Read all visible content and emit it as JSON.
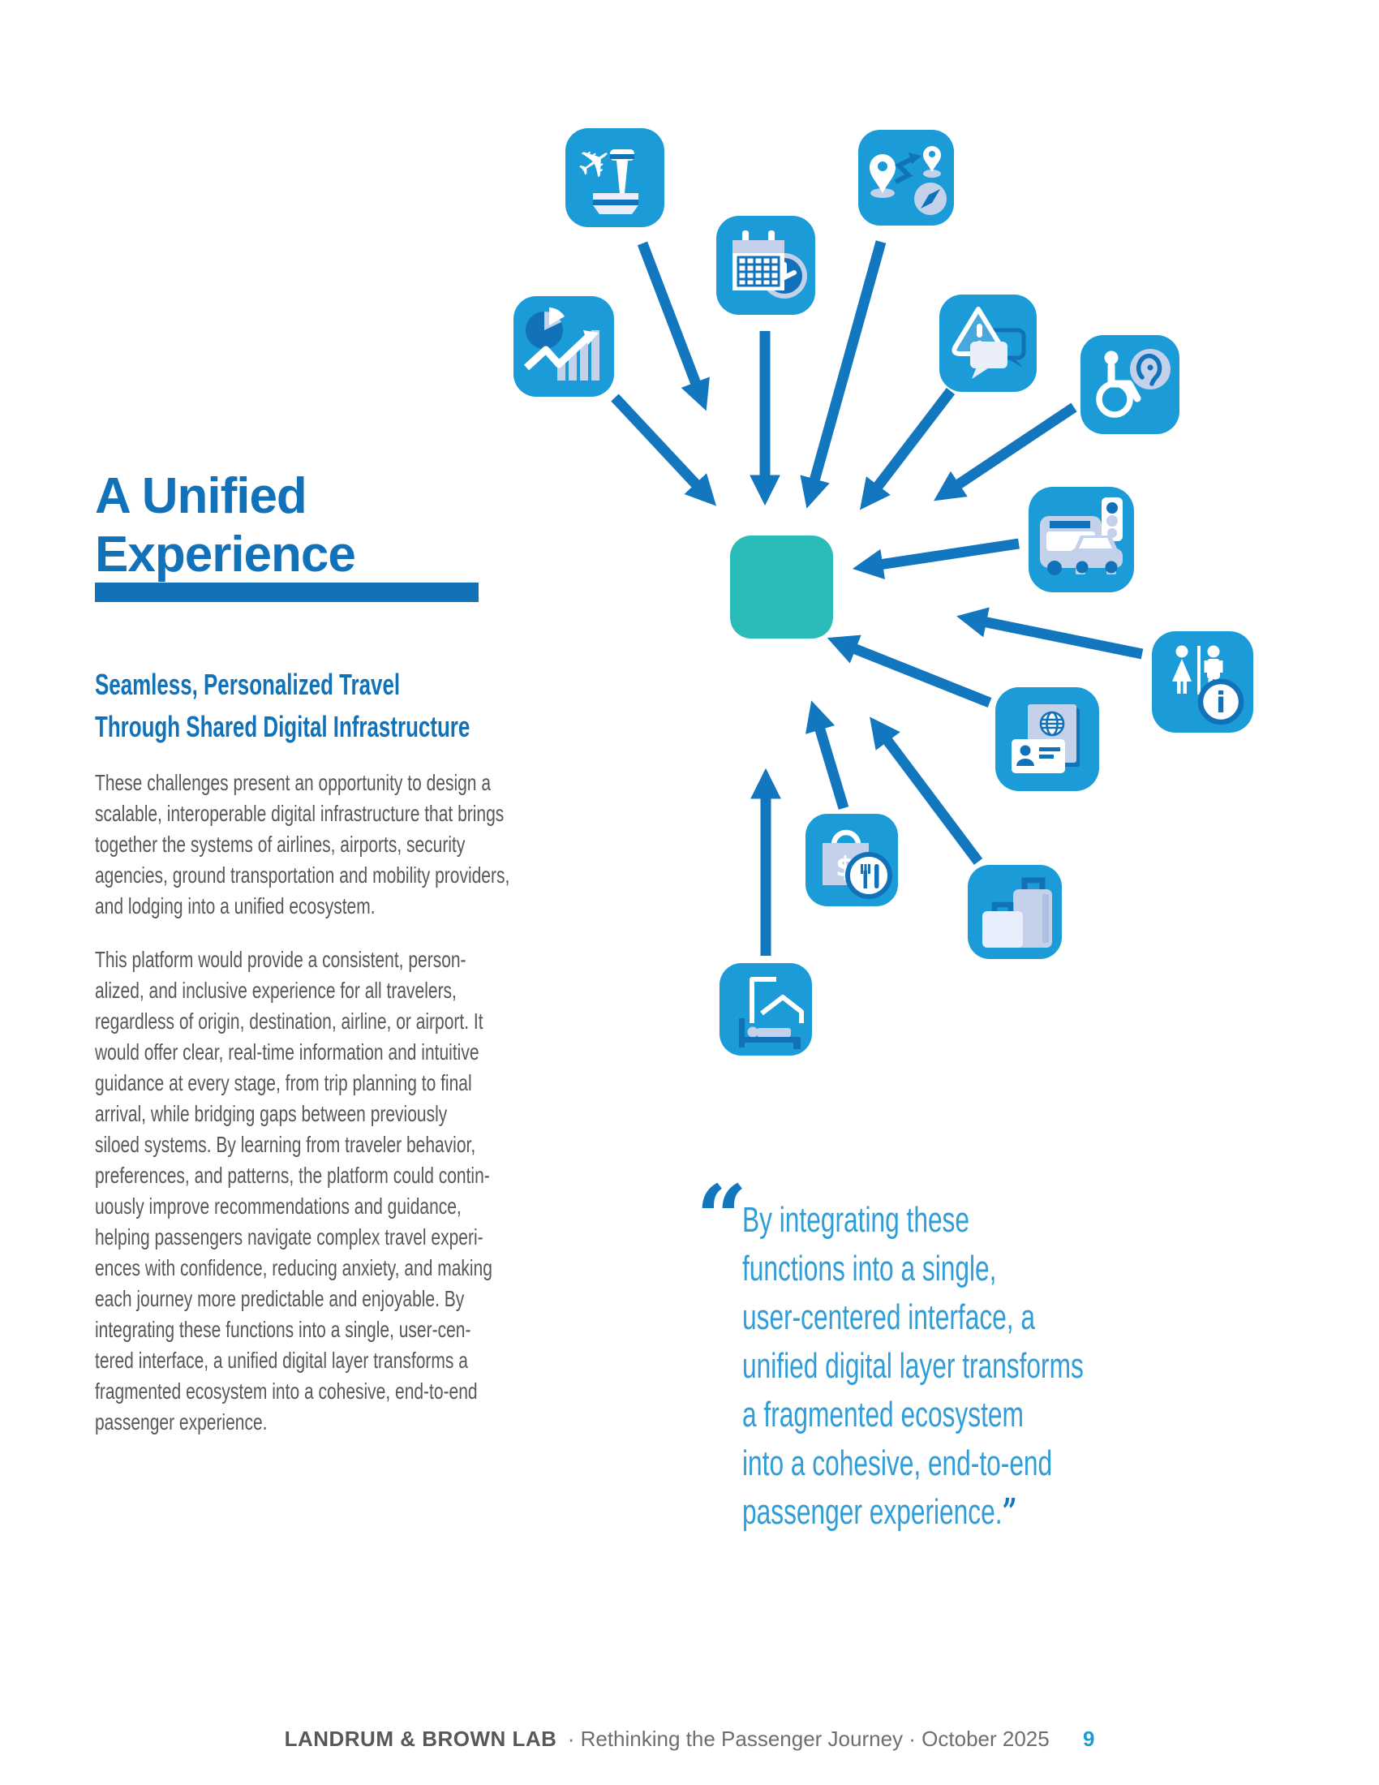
{
  "left": {
    "title": "A Unified\nExperience",
    "subtitle": "Seamless, Personalized Travel\nThrough Shared Digital Infrastructure",
    "para1": "These challenges present an opportunity to design a\nscalable, interoperable digital infrastructure that brings\ntogether the systems of airlines, airports, security\nagencies, ground transportation and mobility providers,\nand lodging into a unified ecosystem.",
    "para2": "This platform would provide a consistent, person-\nalized, and inclusive experience for all travelers,\nregardless of origin, destination, airline, or airport. It\nwould offer clear, real-time information and intuitive\nguidance at every stage, from trip planning to final\narrival, while bridging gaps between previously\nsiloed systems. By learning from traveler behavior,\npreferences, and patterns, the platform could contin-\nuously improve recommendations and guidance,\nhelping passengers navigate complex travel experi-\nences with confidence, reducing anxiety, and making\neach journey more predictable and enjoyable. By\nintegrating these functions into a single, user-cen-\ntered interface, a unified digital layer transforms a\nfragmented ecosystem into a cohesive, end-to-end\npassenger experience."
  },
  "quote": {
    "open_mark": "“",
    "text": "By integrating these\nfunctions into a single,\nuser-centered interface, a\nunified digital layer transforms\na fragmented ecosystem\ninto a cohesive, end-to-end\npassenger experience.",
    "close_mark": "”"
  },
  "footer": {
    "brand": "LANDRUM & BROWN LAB",
    "mid": "· Rethinking the Passenger Journey · October 2025",
    "page_number": "9"
  },
  "diagram": {
    "center_tile": "unified-platform-hub",
    "icon_names": [
      "airport-airplane-tower",
      "calendar-schedule-clock",
      "trip-route-map-compass",
      "data-analytics-chart",
      "alert-messaging",
      "accessibility-wheelchair-hearing",
      "ground-transport-bus-car",
      "restroom-information",
      "passport-identity",
      "shopping-dining",
      "baggage-luggage",
      "hotel-lodging"
    ],
    "arrow_count": 12
  },
  "colors": {
    "icon_blue": "#1b9cd8",
    "detail_blue": "#1172ba",
    "light_lavender": "#c3d1ea",
    "arrow_blue": "#1377c0",
    "teal": "#2abcb8",
    "heading_blue": "#1272b9",
    "quote_blue": "#2e9dd8",
    "body_gray": "#57585a",
    "footer_gray": "#6d6e71",
    "page_number_blue": "#1b9cd8"
  }
}
